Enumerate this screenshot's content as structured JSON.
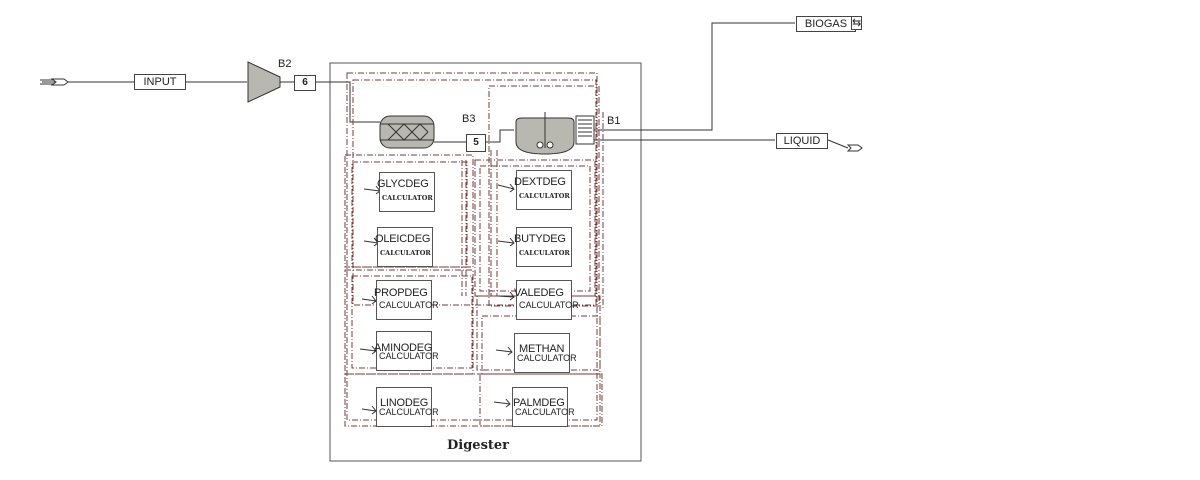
{
  "streams": {
    "input": "INPUT",
    "biogas": "BIOGAS",
    "liquid": "LIQUID"
  },
  "blocks": {
    "b2": "B2",
    "b3": "B3",
    "b1": "B1",
    "mixer_b2_id": "6",
    "mixer_b3_id": "5"
  },
  "digester_title": "Digester",
  "calculators": [
    {
      "name": "GLYCDEG",
      "sub": "CALCULATOR",
      "sub_style": "small"
    },
    {
      "name": "DEXTDEG",
      "sub": "CALCULATOR",
      "sub_style": "small"
    },
    {
      "name": "OLEICDEG",
      "sub": "CALCULATOR",
      "sub_style": "small"
    },
    {
      "name": "BUTYDEG",
      "sub": "CALCULATOR",
      "sub_style": "small"
    },
    {
      "name": "PROPDEG",
      "sub": "CALCULATOR",
      "sub_style": "big"
    },
    {
      "name": "VALEDEG",
      "sub": "CALCULATOR",
      "sub_style": "big"
    },
    {
      "name": "AMINODEG",
      "sub": "CALCULATOR",
      "sub_style": "big"
    },
    {
      "name": "METHAN",
      "sub": "CALCULATOR",
      "sub_style": "big"
    },
    {
      "name": "LINODEG",
      "sub": "CALCULATOR",
      "sub_style": "big"
    },
    {
      "name": "PALMDEG",
      "sub": "CALCULATOR",
      "sub_style": "big"
    }
  ],
  "colors": {
    "line": "#333333",
    "dashed": "#7a3b3b",
    "equipment_fill": "#b8b8b0"
  }
}
